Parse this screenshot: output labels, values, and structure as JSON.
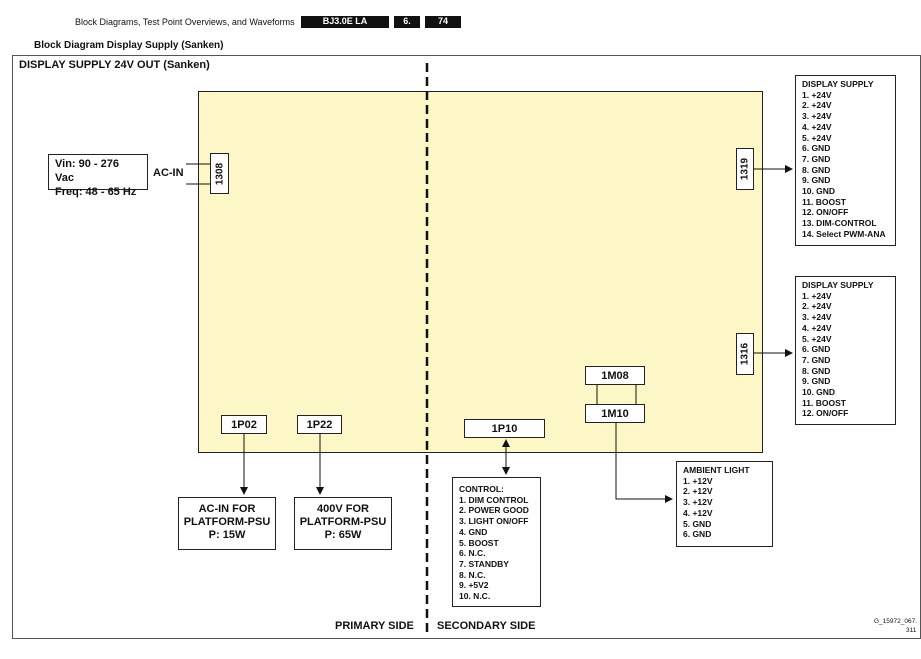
{
  "header": {
    "text": "Block Diagrams, Test Point Overviews, and Waveforms",
    "tag1": "BJ3.0E LA",
    "tag2": "6.",
    "tag3": "74"
  },
  "page_title": "Block Diagram Display Supply (Sanken)",
  "frame_title": "DISPLAY SUPPLY 24V OUT (Sanken)",
  "input": {
    "vin": "Vin: 90 - 276 Vac",
    "freq": "Freq: 48 - 65 Hz",
    "ac_in_label": "AC-IN",
    "connector": "1308"
  },
  "connectors": {
    "c1319": "1319",
    "c1316": "1316",
    "c1M08": "1M08",
    "c1M10": "1M10",
    "c1P10": "1P10",
    "c1P02": "1P02",
    "c1P22": "1P22"
  },
  "display_supply_1": {
    "title": "DISPLAY SUPPLY",
    "items": [
      "1. +24V",
      "2. +24V",
      "3. +24V",
      "4. +24V",
      "5. +24V",
      "6. GND",
      "7. GND",
      "8. GND",
      "9. GND",
      "10. GND",
      "11. BOOST",
      "12. ON/OFF",
      "13. DIM-CONTROL",
      "14. Select PWM-ANA"
    ]
  },
  "display_supply_2": {
    "title": "DISPLAY SUPPLY",
    "items": [
      "1. +24V",
      "2. +24V",
      "3. +24V",
      "4. +24V",
      "5. +24V",
      "6. GND",
      "7. GND",
      "8. GND",
      "9. GND",
      "10. GND",
      "11. BOOST",
      "12. ON/OFF"
    ]
  },
  "ambient_light": {
    "title": "AMBIENT LIGHT",
    "items": [
      "1. +12V",
      "2. +12V",
      "3. +12V",
      "4. +12V",
      "5. GND",
      "6. GND"
    ]
  },
  "control": {
    "title": "CONTROL:",
    "items": [
      "1. DIM CONTROL",
      "2. POWER GOOD",
      "3. LIGHT ON/OFF",
      "4. GND",
      "5. BOOST",
      "6. N.C.",
      "7. STANDBY",
      "8. N.C.",
      "9. +5V2",
      "10. N.C."
    ]
  },
  "outputs": {
    "acin_psu": [
      "AC-IN FOR",
      "PLATFORM-PSU",
      "P: 15W"
    ],
    "psu_400v": [
      "400V FOR",
      "PLATFORM-PSU",
      "P: 65W"
    ]
  },
  "sides": {
    "primary": "PRIMARY SIDE",
    "secondary": "SECONDARY SIDE"
  },
  "footer": {
    "code": "G_15972_067.",
    "code2": "311"
  },
  "colors": {
    "board": "#fdf6c6",
    "tag_bg": "#111111"
  }
}
